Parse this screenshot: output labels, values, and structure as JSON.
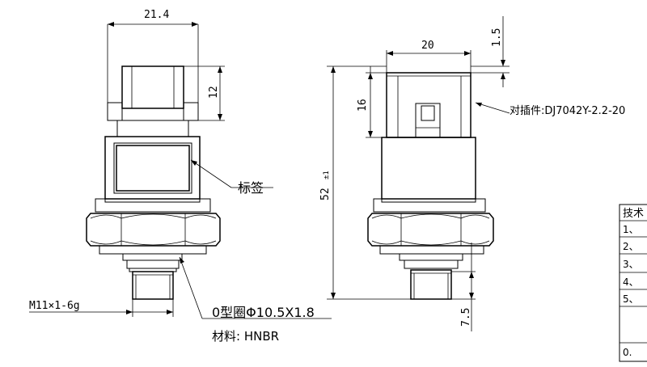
{
  "dimensions": {
    "top_width": "21.4",
    "connector_height": "12",
    "thread_spec": "M11×1-6g",
    "side_width": "20",
    "top_offset": "1.5",
    "upper_height": "16",
    "total_length": "52",
    "tolerance": "±1",
    "bottom_length": "7.5"
  },
  "callouts": {
    "label_tag": "标签",
    "mating_connector": "对插件:DJ7042Y-2.2-20",
    "o_ring": "0型圈Φ10.5X1.8",
    "material": "材料: HNBR"
  },
  "tech_table": {
    "header": "技术",
    "rows": [
      "1、",
      "2、",
      "3、",
      "4、",
      "5、",
      "",
      "0."
    ]
  }
}
